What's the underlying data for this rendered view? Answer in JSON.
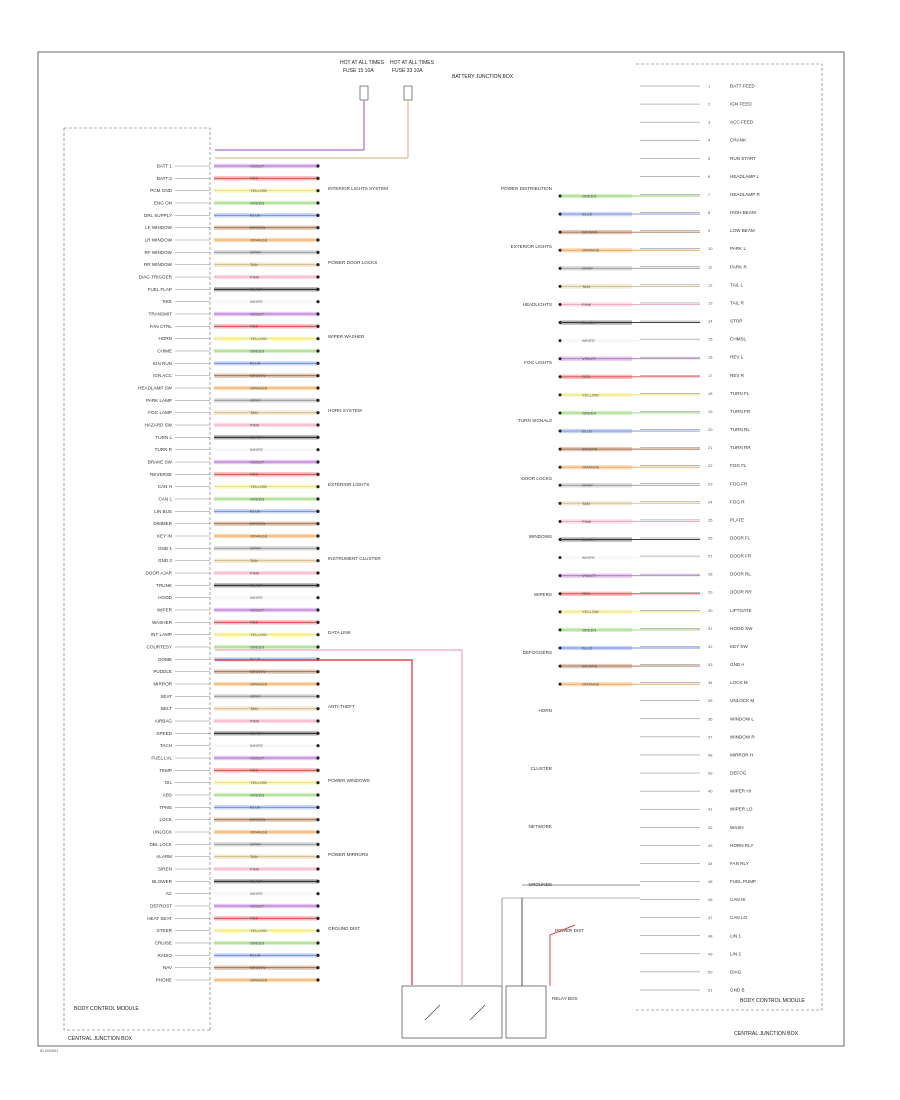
{
  "header": {
    "fuse_labels": [
      "HOT AT ALL TIMES",
      "HOT AT ALL TIMES"
    ],
    "fuse_names": [
      "FUSE 15 10A",
      "FUSE 33 10A"
    ],
    "battery_note": "BATTERY JUNCTION BOX"
  },
  "left_module": {
    "name": "BODY CONTROL MODULE",
    "caption": "CENTRAL JUNCTION BOX"
  },
  "right_module": {
    "name": "BODY CONTROL MODULE",
    "caption": "CENTRAL JUNCTION BOX"
  },
  "left_pins": [
    "BATT 1",
    "BATT 2",
    "PCM GND",
    "ENG ON",
    "DRL SUPPLY",
    "LF WINDOW",
    "LR WINDOW",
    "RF WINDOW",
    "RR WINDOW",
    "DIAG TRIGGER",
    "FUEL FLAP",
    "RKE",
    "TRANSMIT",
    "FAN CTRL",
    "HORN",
    "CHIME",
    "IGN RUN",
    "IGN ACC",
    "HEADLAMP SW",
    "PARK LAMP",
    "FOG LAMP",
    "HAZARD SW",
    "TURN L",
    "TURN R",
    "BRAKE SW",
    "REVERSE",
    "CAN H",
    "CAN L",
    "LIN BUS",
    "DIMMER",
    "KEY IN",
    "GND 1",
    "GND 2",
    "DOOR AJAR",
    "TRUNK",
    "HOOD",
    "WIPER",
    "WASHER",
    "INT LAMP",
    "COURTESY",
    "DOME",
    "PUDDLE",
    "MIRROR",
    "SEAT",
    "BELT",
    "AIRBAG",
    "SPEED",
    "TACH",
    "FUEL LVL",
    "TEMP",
    "OIL",
    "ABS",
    "TPMS",
    "LOCK",
    "UNLOCK",
    "DBL LOCK",
    "ALARM",
    "SIREN",
    "BLOWER",
    "AC",
    "DEFROST",
    "HEAT SEAT",
    "STEER",
    "CRUISE",
    "RADIO",
    "NAV",
    "PHONE"
  ],
  "right_pins": [
    "BATT FEED",
    "IGN FEED",
    "ACC FEED",
    "CRANK",
    "RUN START",
    "HEADLAMP L",
    "HEADLAMP R",
    "HIGH BEAM",
    "LOW BEAM",
    "PARK L",
    "PARK R",
    "TAIL L",
    "TAIL R",
    "STOP",
    "CHMSL",
    "REV L",
    "REV R",
    "TURN FL",
    "TURN FR",
    "TURN RL",
    "TURN RR",
    "FOG FL",
    "FOG FR",
    "FOG R",
    "PLATE",
    "DOOR FL",
    "DOOR FR",
    "DOOR RL",
    "DOOR RR",
    "LIFTGATE",
    "HOOD SW",
    "KEY SW",
    "GND A",
    "LOCK M",
    "UNLOCK M",
    "WINDOW L",
    "WINDOW R",
    "MIRROR H",
    "DEFOG",
    "WIPER HI",
    "WIPER LO",
    "WASH",
    "HORN RLY",
    "FAN RLY",
    "FUEL PUMP",
    "CAN HI",
    "CAN LO",
    "LIN 1",
    "LIN 2",
    "DIAG",
    "GND B"
  ],
  "wire_colors": [
    "VIOLET",
    "RED",
    "YELLOW",
    "GREEN",
    "BLUE",
    "BROWN",
    "ORANGE",
    "GRAY",
    "TAN",
    "PINK",
    "BLACK",
    "WHITE"
  ],
  "left_right_notes": [
    "INTERIOR LIGHTS SYSTEM",
    "POWER DOOR LOCKS",
    "WIPER WASHER",
    "HORN SYSTEM",
    "EXTERIOR LIGHTS",
    "INSTRUMENT CLUSTER",
    "DATA LINK",
    "ANTI-THEFT",
    "POWER WINDOWS",
    "POWER MIRRORS",
    "GROUND DIST"
  ],
  "right_left_notes": [
    "POWER DISTRIBUTION",
    "EXTERIOR LIGHTS",
    "HEADLIGHTS",
    "FOG LIGHTS",
    "TURN SIGNALS",
    "DOOR LOCKS",
    "WINDOWS",
    "WIPERS",
    "DEFOGGERS",
    "HORN",
    "CLUSTER",
    "NETWORK",
    "GROUNDS"
  ],
  "relay_label": "RELAY BOX",
  "module_box_label": "POWER DIST",
  "footer_code": "ID 000001",
  "colors": {
    "violet": "#b46bd1",
    "red": "#e24a4a",
    "yellow": "#f2e46a",
    "green": "#8fd46b",
    "blue": "#6f8fe6",
    "brown": "#a86e44",
    "orange": "#f0a24a",
    "gray": "#9a9a9a",
    "tan": "#d9bf86",
    "pink": "#f2a2c2",
    "black": "#222222",
    "white": "#f4f4f4"
  }
}
